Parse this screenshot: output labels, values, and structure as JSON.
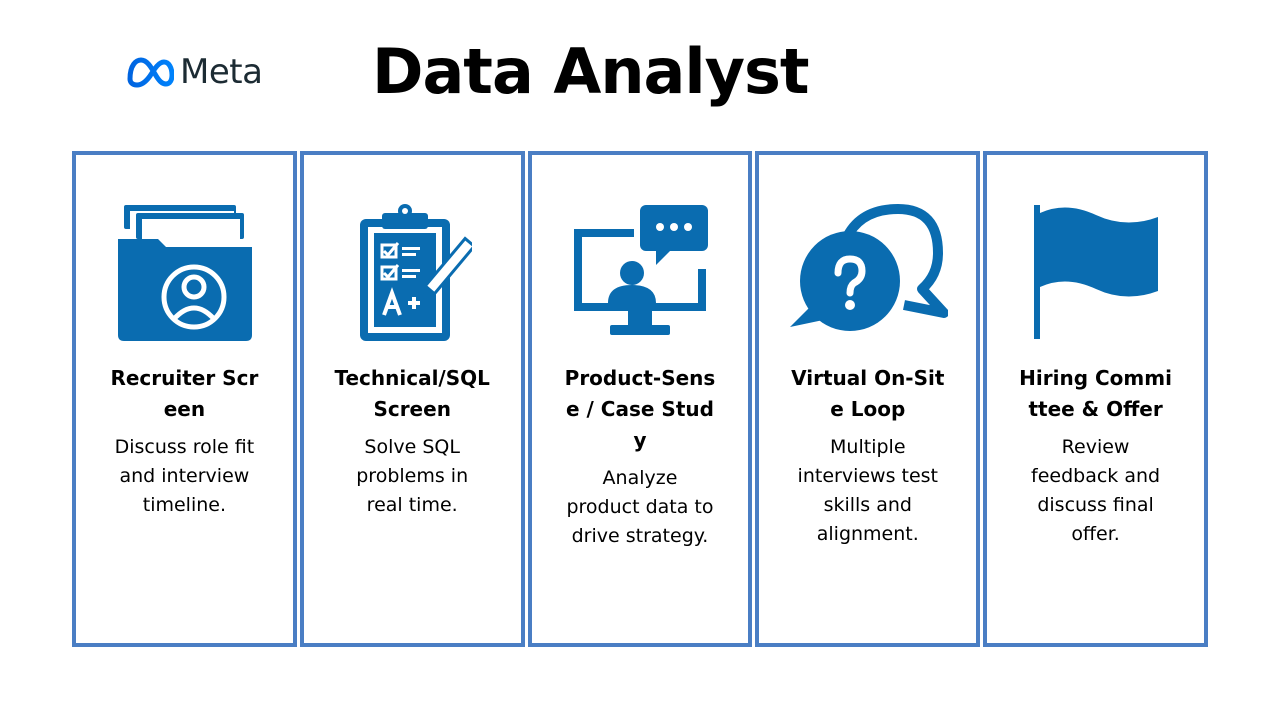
{
  "brand": {
    "logo_text": "Meta"
  },
  "title": "Data Analyst",
  "colors": {
    "icon_blue": "#0a6cb0",
    "card_border": "#4a7ec4",
    "logo_gradient_start": "#0064e0",
    "logo_gradient_end": "#0082fb"
  },
  "steps": [
    {
      "icon": "folder-user-icon",
      "title": "Recruiter Screen",
      "description": "Discuss role fit and interview timeline."
    },
    {
      "icon": "clipboard-checklist-icon",
      "title": "Technical/SQL Screen",
      "description": "Solve SQL problems in real time."
    },
    {
      "icon": "monitor-chat-icon",
      "title": "Product-Sense / Case Study",
      "description": "Analyze product data to drive strategy."
    },
    {
      "icon": "question-chat-icon",
      "title": "Virtual On-Site Loop",
      "description": "Multiple interviews test skills and alignment."
    },
    {
      "icon": "flag-icon",
      "title": "Hiring Committee & Offer",
      "description": "Review feedback and discuss final offer."
    }
  ]
}
